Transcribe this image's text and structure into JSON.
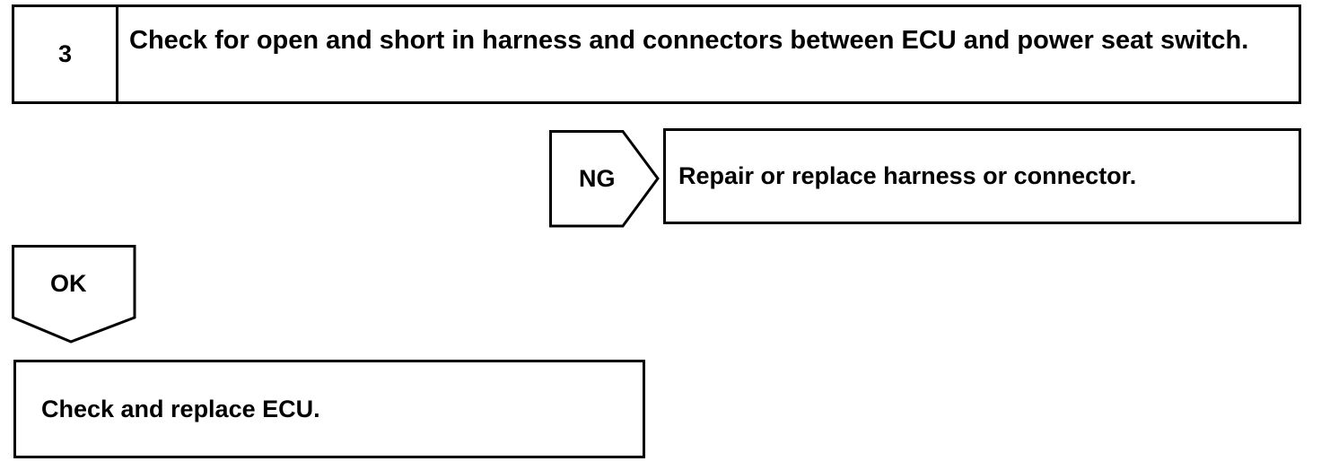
{
  "step": {
    "number": "3",
    "title": "Check for open and short in harness and connectors between ECU and power seat switch."
  },
  "ng_branch": {
    "tag": "NG",
    "action": "Repair or replace harness or connector."
  },
  "ok_branch": {
    "tag": "OK",
    "action": "Check and replace ECU."
  }
}
